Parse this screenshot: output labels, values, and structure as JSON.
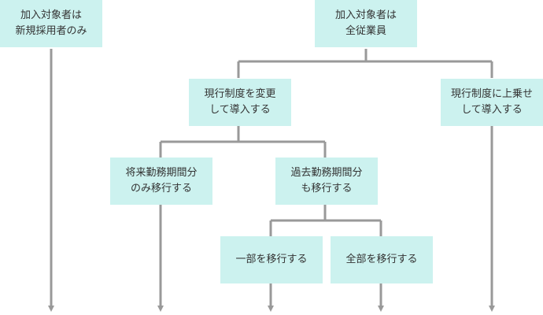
{
  "colors": {
    "box_fill": "#ccf2ef",
    "connector": "#999999",
    "text": "#333333"
  },
  "nodes": {
    "new_hires": {
      "lines": [
        "加入対象者は",
        "新規採用者のみ"
      ]
    },
    "all_employees": {
      "lines": [
        "加入対象者は",
        "全従業員"
      ]
    },
    "change_existing": {
      "lines": [
        "現行制度を変更",
        "して導入する"
      ]
    },
    "add_on_existing": {
      "lines": [
        "現行制度に上乗せ",
        "して導入する"
      ]
    },
    "future_service": {
      "lines": [
        "将来勤務期間分",
        "のみ移行する"
      ]
    },
    "past_service": {
      "lines": [
        "過去勤務期間分",
        "も移行する"
      ]
    },
    "partial_transfer": {
      "lines": [
        "一部を移行する"
      ]
    },
    "full_transfer": {
      "lines": [
        "全部を移行する"
      ]
    }
  }
}
